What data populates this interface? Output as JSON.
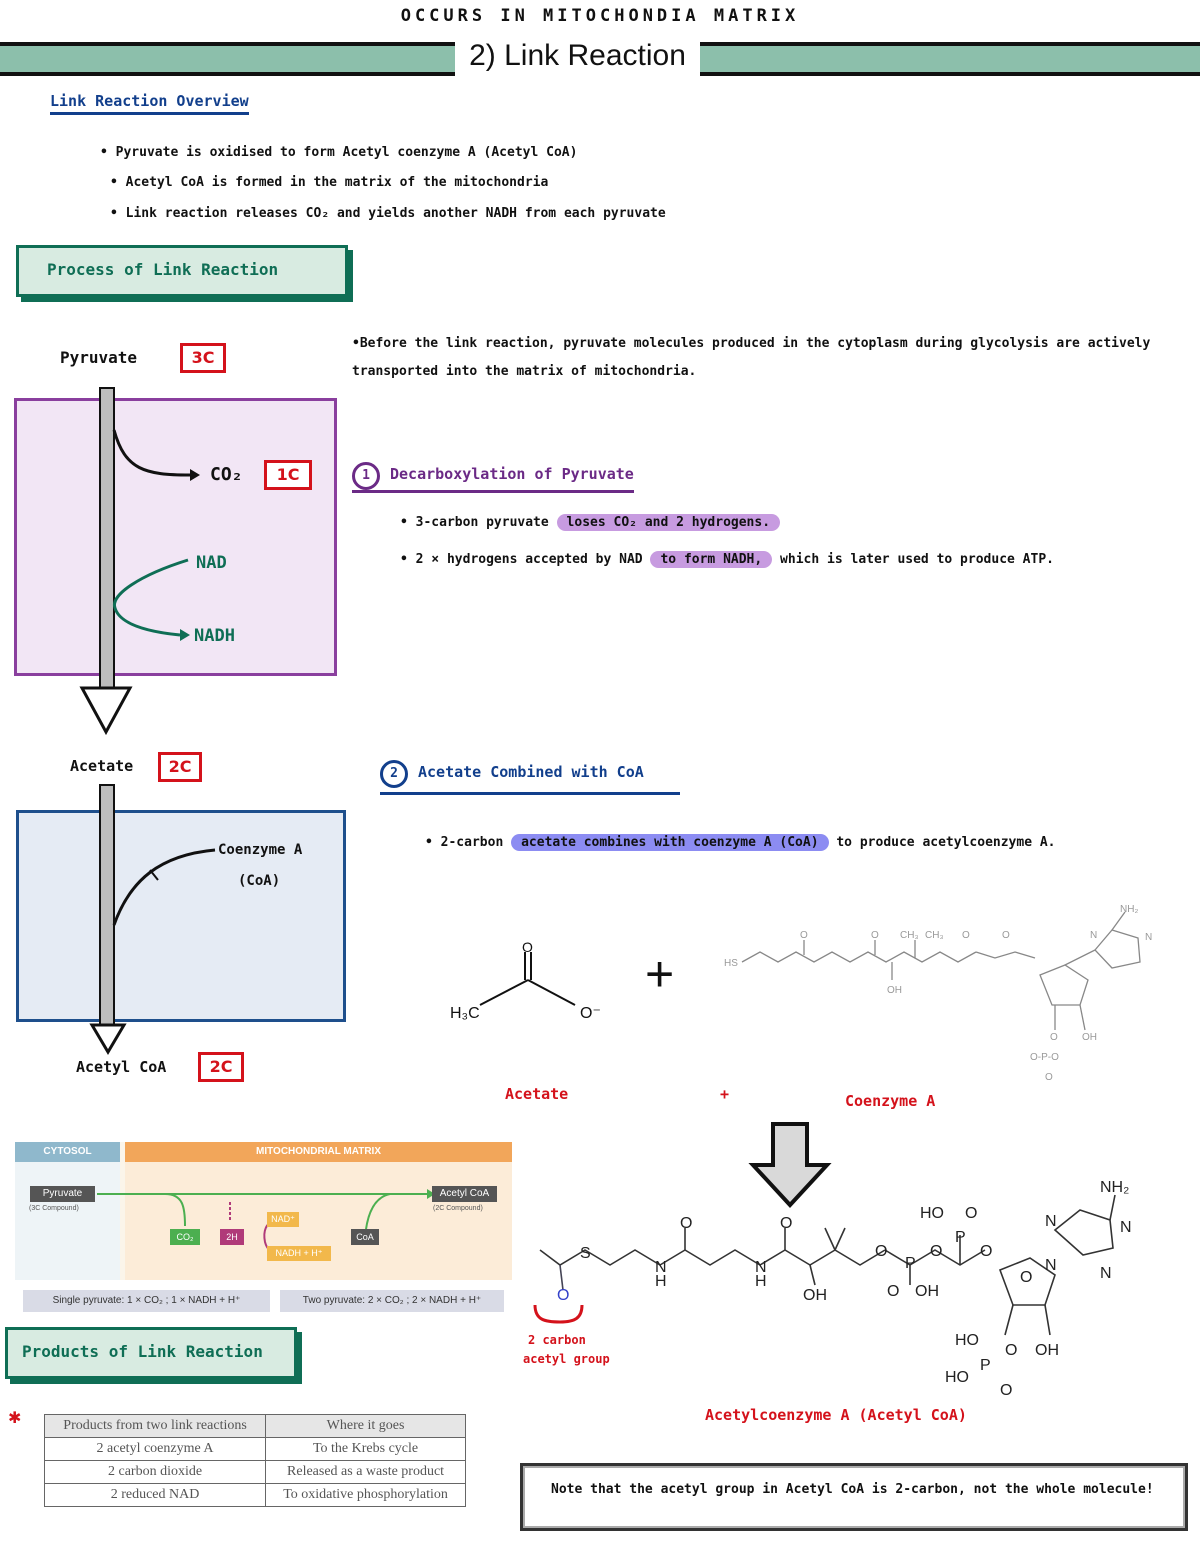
{
  "header": {
    "top_title": "OCCURS IN MITOCHONDIA MATRIX",
    "section_title": "2) Link Reaction"
  },
  "overview": {
    "heading": "Link Reaction Overview",
    "points": [
      "• Pyruvate is oxidised to form Acetyl coenzyme A (Acetyl CoA)",
      "• Acetyl CoA is formed in the matrix of the mitochondria",
      "• Link reaction releases CO₂ and yields another NADH from each pyruvate"
    ]
  },
  "process_box": {
    "label": "Process of Link Reaction"
  },
  "flow": {
    "pyruvate": "Pyruvate",
    "pyruvate_c": "3C",
    "co2": "CO₂",
    "co2_c": "1C",
    "nad": "NAD",
    "nadh": "NADH",
    "acetate": "Acetate",
    "acetate_c": "2C",
    "coa_line1": "Coenzyme A",
    "coa_line2": "(CoA)",
    "acetylcoa": "Acetyl CoA",
    "acetylcoa_c": "2C"
  },
  "intro": {
    "text": "•Before the link reaction, pyruvate molecules produced in the cytoplasm during glycolysis are actively transported into the matrix of mitochondria."
  },
  "step1": {
    "num": "1",
    "heading": "Decarboxylation of Pyruvate",
    "b1_pre": "• 3-carbon pyruvate",
    "b1_hl": "loses CO₂ and 2 hydrogens.",
    "b2_pre": "• 2 × hydrogens accepted by NAD",
    "b2_hl": "to form NADH,",
    "b2_post": "which is later used to produce ATP."
  },
  "step2": {
    "num": "2",
    "heading": "Acetate Combined with CoA",
    "b1_pre": "• 2-carbon",
    "b1_hl": "acetate combines with coenzyme A (CoA)",
    "b1_post": "to produce acetylcoenzyme A."
  },
  "chem": {
    "acetate_label": "Acetate",
    "plus": "+",
    "coa_label": "Coenzyme A",
    "acetylcoa_label": "Acetylcoenzyme A (Acetyl CoA)",
    "acetyl_group_note_1": "2 carbon",
    "acetyl_group_note_2": "acetyl group"
  },
  "mito_diagram": {
    "cytosol": "CYTOSOL",
    "matrix": "MITOCHONDRIAL MATRIX",
    "pyruvate": "Pyruvate",
    "pyruvate_sub": "(3C Compound)",
    "acetylcoa": "Acetyl CoA",
    "acetylcoa_sub": "(2C Compound)",
    "co2": "CO₂",
    "h2": "2H",
    "nad": "NAD⁺",
    "nadh": "NADH + H⁺",
    "coa": "CoA",
    "single": "Single pyruvate:  1 × CO₂ ;  1 × NADH + H⁺",
    "two": "Two pyruvate:  2 × CO₂ ;  2 × NADH + H⁺"
  },
  "products_box": {
    "label": "Products of Link Reaction"
  },
  "products_table": {
    "star": "✱",
    "headers": [
      "Products from two link reactions",
      "Where it goes"
    ],
    "rows": [
      [
        "2 acetyl coenzyme A",
        "To the Krebs cycle"
      ],
      [
        "2 carbon dioxide",
        "Released as a waste product"
      ],
      [
        "2 reduced NAD",
        "To oxidative phosphorylation"
      ]
    ]
  },
  "note": {
    "text": "Note that the acetyl group in Acetyl CoA is 2-carbon, not the whole molecule!"
  }
}
